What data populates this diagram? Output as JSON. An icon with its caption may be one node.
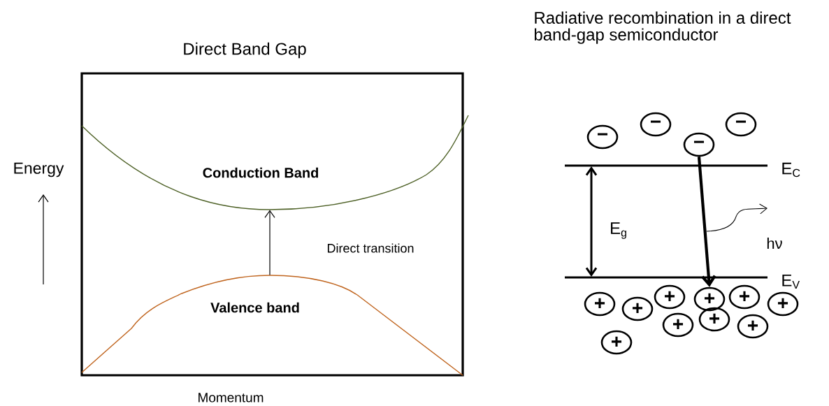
{
  "diagram": {
    "nodes": [
      {
        "text": [
          "Direct Band Gap"
        ]
      },
      {
        "text": [
          "Conduction Band"
        ],
        "in": 0
      },
      {
        "text": [
          "Valence band"
        ],
        "in": 0
      },
      {
        "text": [
          "−"
        ]
      },
      {
        "text": [
          "−"
        ]
      },
      {
        "text": [
          "−"
        ]
      },
      {
        "text": [
          "−"
        ]
      },
      {
        "text": [
          "+"
        ]
      },
      {
        "text": [
          "+"
        ]
      },
      {
        "text": [
          "+"
        ]
      },
      {
        "text": [
          "+"
        ]
      },
      {
        "text": [
          "+"
        ]
      },
      {
        "text": [
          "+"
        ]
      },
      {
        "text": [
          "+"
        ]
      },
      {
        "text": [
          "+"
        ]
      },
      {
        "text": [
          "+"
        ]
      },
      {
        "text": [
          "+"
        ]
      }
    ],
    "edges": [
      {
        "from": 2,
        "to": 1,
        "arrow": "to",
        "label": "Direct transition"
      },
      {
        "from": 5,
        "to": 10,
        "arrow": "to",
        "style": "thick"
      }
    ],
    "labels": [
      "Radiative recombination in a direct band-gap semiconductor",
      "Energy",
      "E$_{C}$",
      "E$_{g}$",
      "hν",
      "E$_{V}$",
      "Momentum"
    ]
  }
}
